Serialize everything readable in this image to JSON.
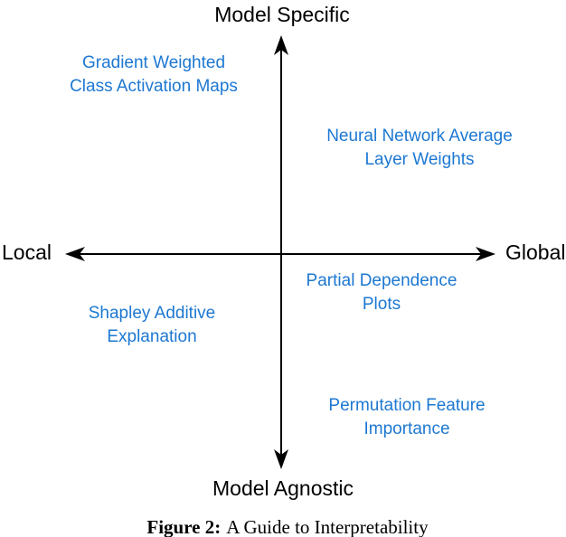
{
  "figure": {
    "axis_labels": {
      "top": "Model Specific",
      "bottom": "Model Agnostic",
      "left": "Local",
      "right": "Global"
    },
    "methods": [
      {
        "id": "gradient-weighted-class-activation-maps",
        "quadrant": "top-left",
        "lines": [
          "Gradient Weighted",
          "Class Activation Maps"
        ]
      },
      {
        "id": "neural-network-average-layer-weights",
        "quadrant": "top-right",
        "lines": [
          "Neural Network Average",
          "Layer Weights"
        ]
      },
      {
        "id": "partial-dependence-plots",
        "quadrant": "bottom-right",
        "lines": [
          "Partial Dependence",
          "Plots"
        ]
      },
      {
        "id": "shapley-additive-explanation",
        "quadrant": "bottom-left",
        "lines": [
          "Shapley Additive",
          "Explanation"
        ]
      },
      {
        "id": "permutation-feature-importance",
        "quadrant": "bottom-right",
        "lines": [
          "Permutation Feature",
          "Importance"
        ]
      }
    ],
    "caption": {
      "label": "Figure 2:",
      "text": "A Guide to Interpretability"
    },
    "colors": {
      "method_text": "#1d78d2",
      "axis": "#000000",
      "background": "#ffffff"
    }
  }
}
